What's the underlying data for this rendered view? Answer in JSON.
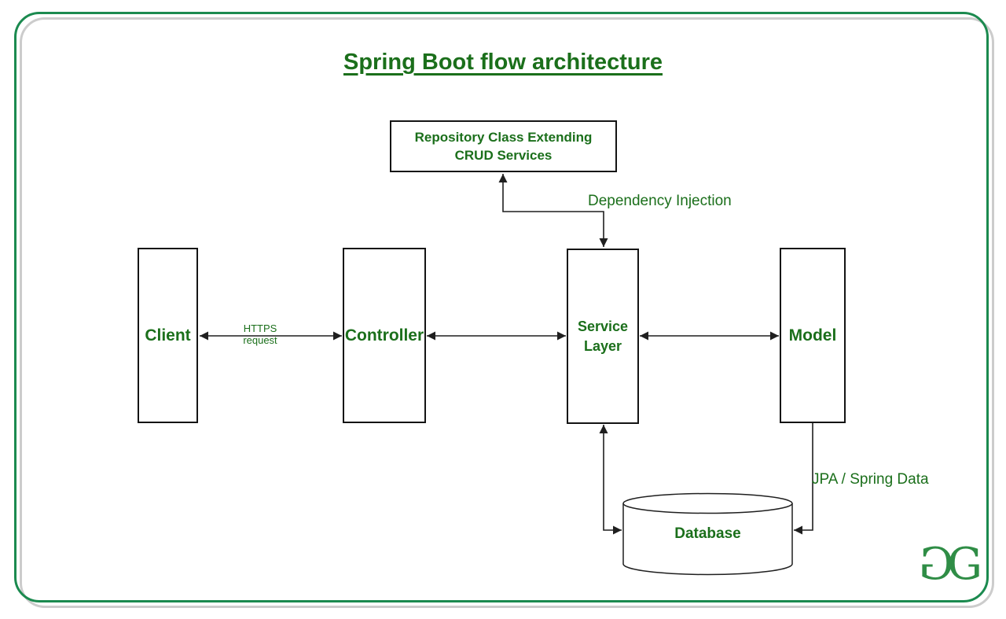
{
  "title": "Spring Boot flow architecture",
  "colors": {
    "text_green": "#1b6f1b",
    "frame_green": "#1b8a4f",
    "brand_green": "#2f8d46",
    "shadow_gray": "#cccccc",
    "line_black": "#1f1f1f"
  },
  "nodes": {
    "repository": {
      "line1": "Repository Class Extending",
      "line2": "CRUD Services"
    },
    "client": {
      "label": "Client"
    },
    "controller": {
      "label": "Controller"
    },
    "service": {
      "line1": "Service",
      "line2": "Layer"
    },
    "model": {
      "label": "Model"
    },
    "database": {
      "label": "Database"
    }
  },
  "edge_labels": {
    "https_line1": "HTTPS",
    "https_line2": "request",
    "dependency_injection": "Dependency Injection",
    "jpa_spring_data": "JPA / Spring Data"
  },
  "logo": {
    "left_glyph": "G",
    "right_glyph": "G"
  }
}
